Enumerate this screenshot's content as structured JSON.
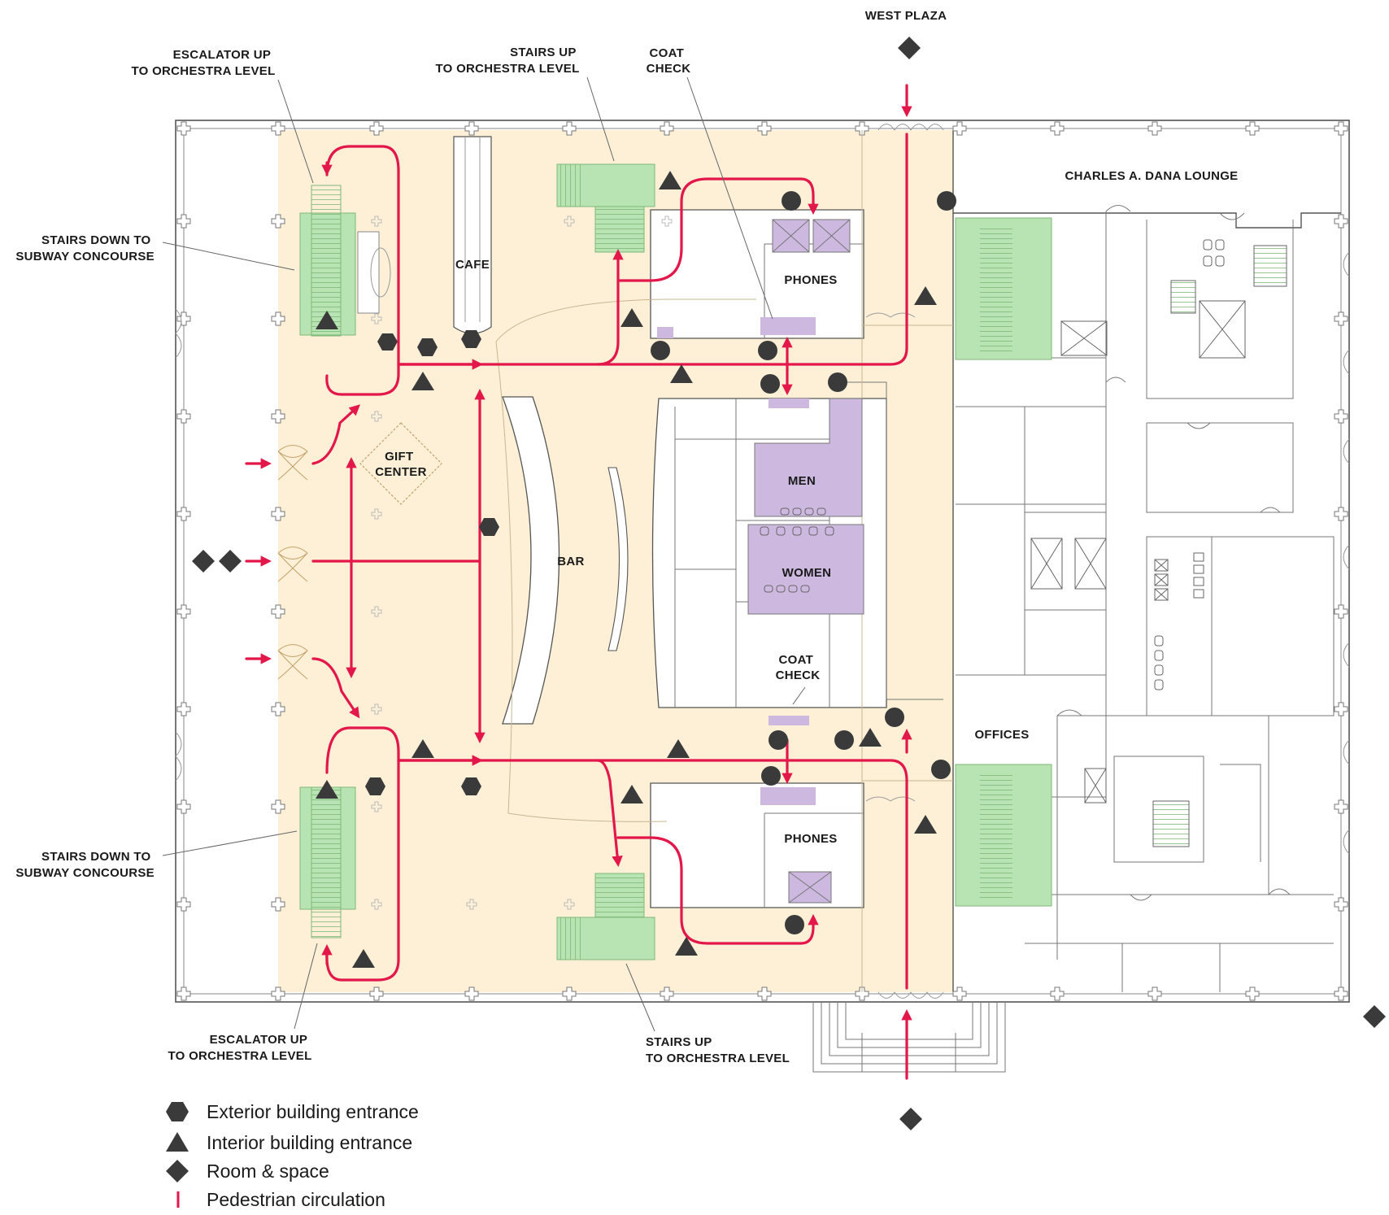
{
  "colors": {
    "public_area": "#fdf0d6",
    "stairs": "#b8e3b3",
    "restrooms": "#cdb8e0",
    "circulation": "#e3174a",
    "marker": "#3a3a3a",
    "walls": "#555555"
  },
  "labels": {
    "west_plaza": "WEST PLAZA",
    "escalator_top": [
      "ESCALATOR UP",
      "TO ORCHESTRA LEVEL"
    ],
    "stairs_up_top": [
      "STAIRS UP",
      "TO ORCHESTRA LEVEL"
    ],
    "coat_check_top": [
      "COAT",
      "CHECK"
    ],
    "stairs_down_top": [
      "STAIRS DOWN TO",
      "SUBWAY CONCOURSE"
    ],
    "stairs_down_bottom": [
      "STAIRS DOWN TO",
      "SUBWAY CONCOURSE"
    ],
    "escalator_bottom": [
      "ESCALATOR UP",
      "TO ORCHESTRA LEVEL"
    ],
    "stairs_up_bottom": [
      "STAIRS UP",
      "TO ORCHESTRA LEVEL"
    ],
    "cafe": "CAFE",
    "phones_top": "PHONES",
    "phones_bottom": "PHONES",
    "gift_center": [
      "GIFT",
      "CENTER"
    ],
    "bar": "BAR",
    "men": "MEN",
    "women": "WOMEN",
    "coat_check_mid": [
      "COAT",
      "CHECK"
    ],
    "offices": "OFFICES",
    "dana_lounge": "CHARLES A. DANA LOUNGE"
  },
  "legend": [
    {
      "icon": "hexagon-icon",
      "label": "Exterior building entrance"
    },
    {
      "icon": "triangle-icon",
      "label": "Interior building entrance"
    },
    {
      "icon": "diamond-icon",
      "label": "Room & space"
    },
    {
      "icon": "line-icon",
      "label": "Pedestrian circulation"
    }
  ]
}
